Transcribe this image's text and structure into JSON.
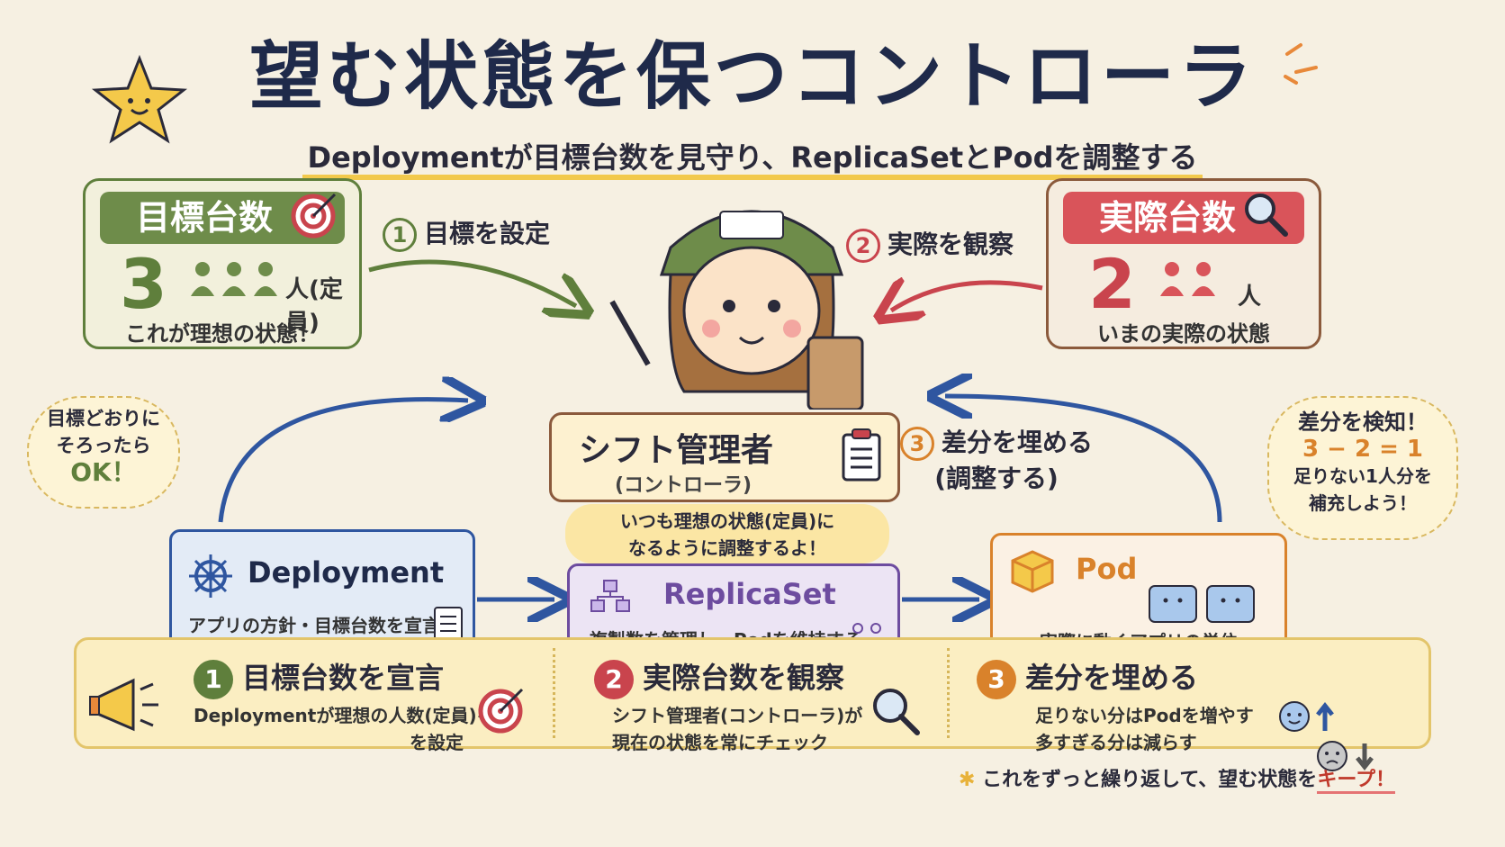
{
  "title": "望む状態を保つコントローラ",
  "subtitle": "Deploymentが目標台数を見守り、ReplicaSetとPodを調整する",
  "target_card": {
    "heading": "目標台数",
    "number": "3",
    "unit": "人(定員)",
    "caption": "これが理想の状態！",
    "icon": "target-icon"
  },
  "actual_card": {
    "heading": "実際台数",
    "number": "2",
    "unit": "人",
    "caption": "いまの実際の状態",
    "icon": "magnifier-icon"
  },
  "steps": {
    "one": {
      "num": "1",
      "label": "目標を設定"
    },
    "two": {
      "num": "2",
      "label": "実際を観察"
    },
    "three": {
      "num": "3",
      "label_line1": "差分を埋める",
      "label_line2": "(調整する)"
    }
  },
  "controller": {
    "title": "シフト管理者",
    "subtitle": "(コントローラ)",
    "speech_line1": "いつも理想の状態(定員)に",
    "speech_line2": "なるように調整するよ！"
  },
  "left_bubble": {
    "line1": "目標どおりに",
    "line2": "そろったら",
    "line3": "OK！"
  },
  "right_bubble": {
    "line1": "差分を検知！",
    "line2": "3 − 2 = 1",
    "line3": "足りない1人分を",
    "line4": "補充しよう！"
  },
  "components": {
    "deployment": {
      "title": "Deployment",
      "desc": "アプリの方針・目標台数を宣言する"
    },
    "replicaset": {
      "title": "ReplicaSet",
      "desc": "複製数を管理し、Podを維持する"
    },
    "pod": {
      "title": "Pod",
      "desc": "実際に動くアプリの単位"
    }
  },
  "bottom": {
    "col1": {
      "num": "1",
      "title": "目標台数を宣言",
      "desc_line1": "Deploymentが理想の人数(定員)を",
      "desc_line2": "を設定"
    },
    "col2": {
      "num": "2",
      "title": "実際台数を観察",
      "desc_line1": "シフト管理者(コントローラ)が",
      "desc_line2": "現在の状態を常にチェック"
    },
    "col3": {
      "num": "3",
      "title": "差分を埋める",
      "desc_line1": "足りない分はPodを増やす",
      "desc_line2": "多すぎる分は減らす"
    }
  },
  "footer": {
    "prefix": "これをずっと繰り返して、望む状態を",
    "emphasis": "キープ！"
  },
  "colors": {
    "green": "#5f7f3c",
    "red": "#c9444d",
    "blue": "#2f56a0",
    "purple": "#6d4c9f",
    "orange": "#d9822b",
    "navy": "#1f2a4a"
  }
}
